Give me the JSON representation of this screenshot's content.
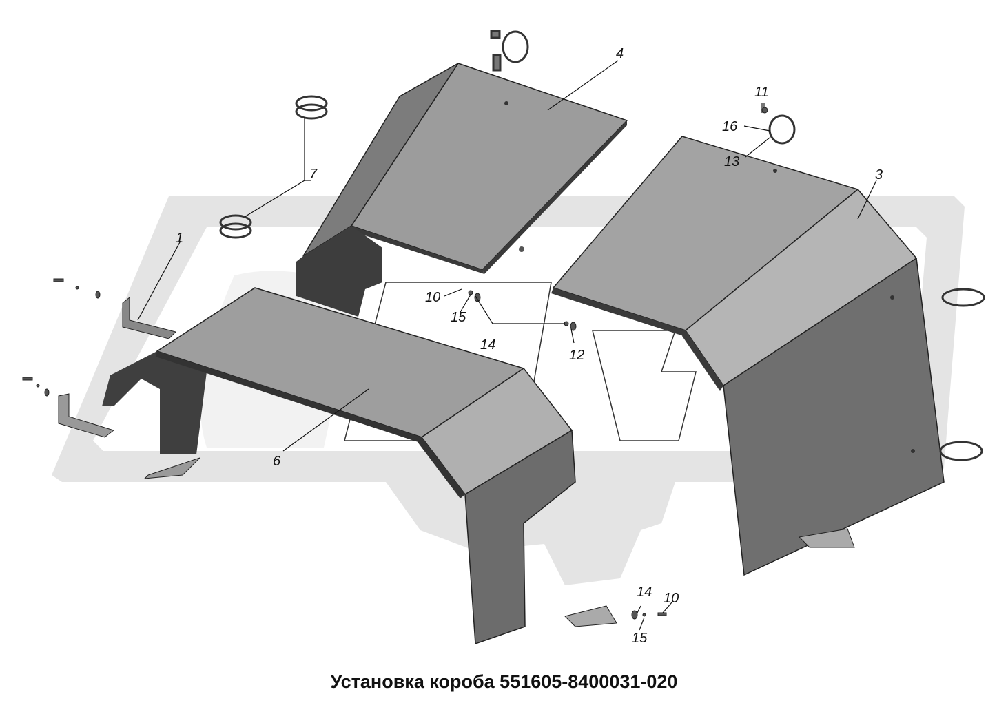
{
  "caption": "Установка короба 551605-8400031-020",
  "callouts": {
    "c1": "1",
    "c3": "3",
    "c4": "4",
    "c6": "6",
    "c7": "7",
    "c10a": "10",
    "c10b": "10",
    "c11": "11",
    "c12": "12",
    "c13": "13",
    "c14a": "14",
    "c14b": "14",
    "c15a": "15",
    "c15b": "15",
    "c16": "16"
  },
  "colors": {
    "panel_top": "#9a9a9a",
    "panel_side": "#6f6f6f",
    "panel_dark": "#3a3a3a",
    "watermark": "#e3e3e3",
    "line": "#111111"
  }
}
